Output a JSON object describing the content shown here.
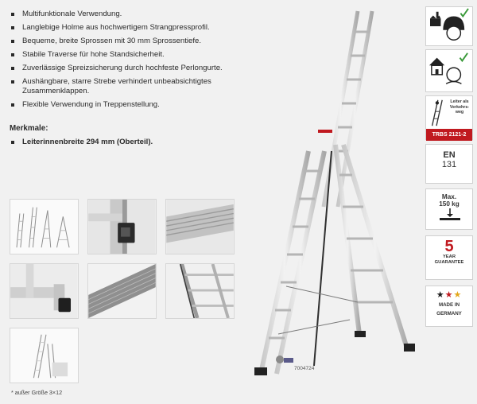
{
  "features": [
    "Multifunktionale Verwendung.",
    "Langlebige Holme aus hochwertigem Strangpressprofil.",
    "Bequeme, breite Sprossen mit 30 mm Sprossentiefe.",
    "Stabile Traverse für hohe Standsicherheit.",
    "Zuverlässige Spreizsicherung durch hochfeste Perlongurte.",
    "Aushängbare, starre Strebe verhindert unbeabsichtigtes Zusammenklappen.",
    "Flexible Verwendung in Treppenstellung."
  ],
  "merkmale": {
    "title": "Merkmale:",
    "items": [
      "Leiterinnenbreite 294 mm (Oberteil)."
    ]
  },
  "thumbnails": [
    {
      "name": "thumb-ladder-configurations",
      "icon": "ladder-configurations-icon"
    },
    {
      "name": "thumb-profile-detail",
      "icon": "profile-detail-icon"
    },
    {
      "name": "thumb-rung-detail",
      "icon": "rung-detail-icon"
    },
    {
      "name": "thumb-foot-detail",
      "icon": "foot-detail-icon"
    },
    {
      "name": "thumb-strap-detail",
      "icon": "strap-detail-icon"
    },
    {
      "name": "thumb-strut-detail",
      "icon": "strut-detail-icon"
    },
    {
      "name": "thumb-stair-position",
      "icon": "stair-position-icon"
    }
  ],
  "footnote": "* außer Größe 3×12",
  "article_number": "7004724",
  "badges": {
    "professional": {
      "icon": "factory-worker-check-icon",
      "check_color": "#3a9a3a"
    },
    "home": {
      "icon": "house-person-check-icon",
      "check_color": "#3a9a3a"
    },
    "trbs": {
      "text": "Leiter als Verkehrs-weg",
      "code": "TRBS 2121-2",
      "color": "#c0191f"
    },
    "en": {
      "line1": "EN",
      "line2": "131"
    },
    "max_load": {
      "line1": "Max.",
      "line2": "150 kg"
    },
    "guarantee": {
      "number": "5",
      "line1": "YEAR",
      "line2": "GUARANTEE",
      "color": "#c0191f"
    },
    "made_in": {
      "stars": [
        "★",
        "★",
        "★"
      ],
      "line1": "MADE IN",
      "line2": "GERMANY"
    }
  }
}
